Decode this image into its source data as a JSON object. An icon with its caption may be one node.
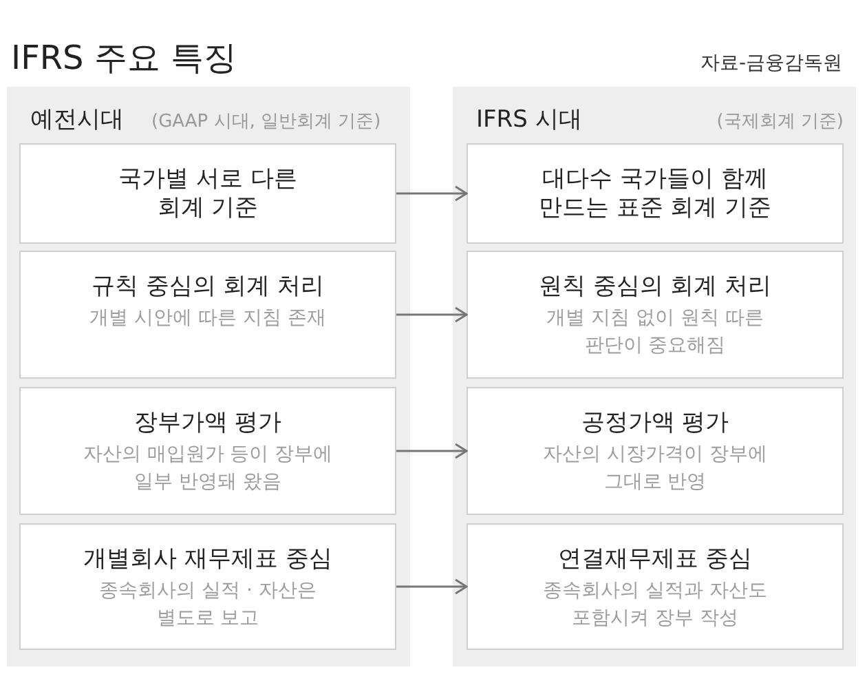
{
  "diagram": {
    "title": "IFRS 주요 특징",
    "nodes": [
      {
        "text": [
          "예전시대",
          "(GAAP 시대, 일반회계 기준)"
        ]
      },
      {
        "text": [
          "국가별 서로 다른 회계 기준"
        ],
        "in": 0
      },
      {
        "text": [
          "규칙 중심의 회계 처리",
          "개별 시안에 따른 지침 존재"
        ],
        "in": 0
      },
      {
        "text": [
          "장부가액 평가",
          "자산의 매입원가 등이 장부에 일부 반영돼 왔음"
        ],
        "in": 0
      },
      {
        "text": [
          "개별회사 재무제표 중심",
          "종속회사의 실적 · 자산은 별도로 보고"
        ],
        "in": 0
      },
      {
        "text": [
          "IFRS 시대",
          "(국제회계 기준)"
        ]
      },
      {
        "text": [
          "대다수 국가들이 함께 만드는 표준 회계 기준"
        ],
        "in": 5
      },
      {
        "text": [
          "원칙 중심의 회계 처리",
          "개별 지침 없이 원칙 따른 판단이 중요해짐"
        ],
        "in": 5
      },
      {
        "text": [
          "공정가액 평가",
          "자산의 시장가격이 장부에 그대로 반영"
        ],
        "in": 5
      },
      {
        "text": [
          "연결재무제표 중심",
          "종속회사의 실적과 자산도 포함시켜 장부 작성"
        ],
        "in": 5
      }
    ],
    "edges": [
      {
        "from": 1,
        "to": 6,
        "arrow": "to"
      },
      {
        "from": 2,
        "to": 7,
        "arrow": "to"
      },
      {
        "from": 3,
        "to": 8,
        "arrow": "to"
      },
      {
        "from": 4,
        "to": 9,
        "arrow": "to"
      }
    ],
    "labels": [
      "자료-금융감독원"
    ]
  }
}
